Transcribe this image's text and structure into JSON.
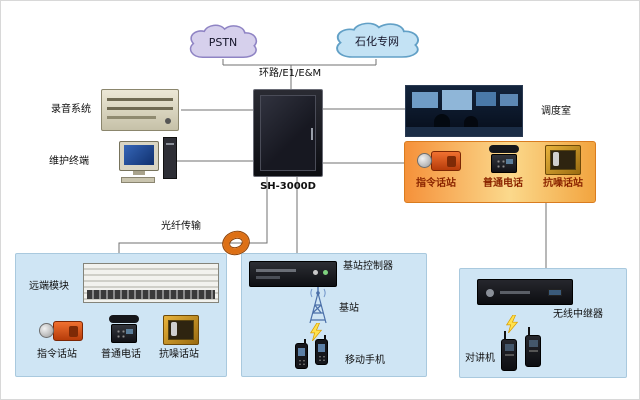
{
  "clouds": {
    "pstn": "PSTN",
    "private_net": "石化专网"
  },
  "trunk_label": "环路/E1/E&M",
  "left_devices": {
    "recording": "录音系统",
    "maintenance": "维护终端"
  },
  "cabinet": {
    "model": "SH-3000D"
  },
  "dispatch_room": {
    "label": "调度室"
  },
  "console_group": {
    "command_station": "指令话站",
    "ordinary_phone": "普通电话",
    "noise_station": "抗噪话站"
  },
  "fiber": {
    "label": "光纤传输"
  },
  "remote_group": {
    "title": "远端模块",
    "command_station": "指令话站",
    "ordinary_phone": "普通电话",
    "noise_station": "抗噪话站"
  },
  "bts_group": {
    "controller": "基站控制器",
    "base_station": "基站",
    "mobile": "移动手机"
  },
  "repeater_group": {
    "repeater": "无线中继器",
    "walkie": "对讲机"
  },
  "colors": {
    "blue_box": "#cfe5f4",
    "orange_box": "#f5913a",
    "connector": "#707070",
    "lightning": "#ffe14d",
    "cloud_pstn": "#d6d0ec",
    "cloud_private": "#c3e2f4"
  }
}
